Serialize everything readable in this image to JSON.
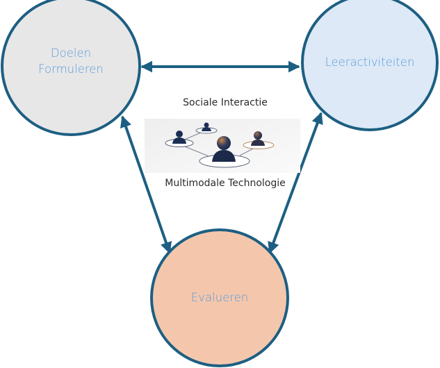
{
  "nodes": {
    "goals": {
      "line1": "Doelen",
      "line2": "Formuleren",
      "fill": "#e7e7e8"
    },
    "activities": {
      "label": "Leeractiviteiten",
      "fill": "#dde9f7"
    },
    "evaluate": {
      "label": "Evalueren",
      "fill": "#f4c7ad"
    }
  },
  "center": {
    "top_label": "Sociale Interactie",
    "bottom_label": "Multimodale Technologie",
    "image": "social-network-people-icon"
  },
  "colors": {
    "stroke": "#1d5f82",
    "label": "#5b9bd5"
  }
}
